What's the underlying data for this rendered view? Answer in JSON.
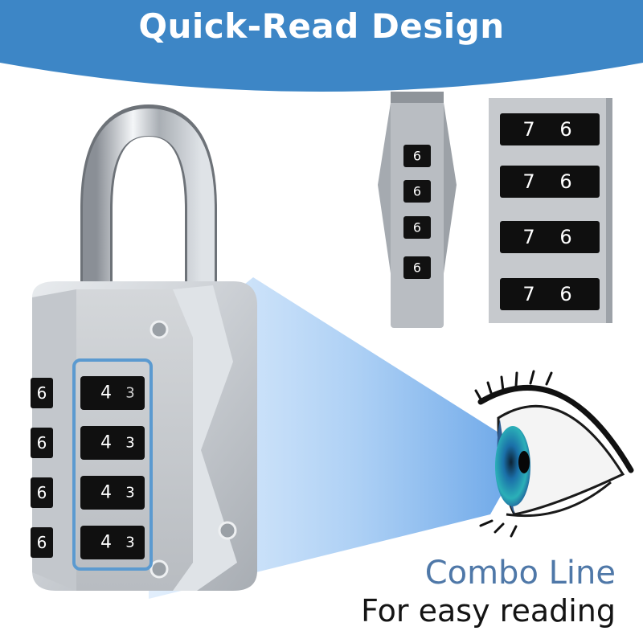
{
  "banner": {
    "title": "Quick-Read Design",
    "color": "#3d86c6"
  },
  "caption": {
    "title": "Combo Line",
    "subtitle": "For easy reading",
    "accent_color": "#4f78a8"
  },
  "padlock": {
    "side_digit": "6",
    "dial_digits": [
      "4",
      "3"
    ],
    "highlight_color": "#5b9ad0"
  },
  "side_view": {
    "digit": "6"
  },
  "back_view": {
    "digits": [
      "7",
      "6"
    ]
  },
  "icons": [
    "eye-icon"
  ]
}
